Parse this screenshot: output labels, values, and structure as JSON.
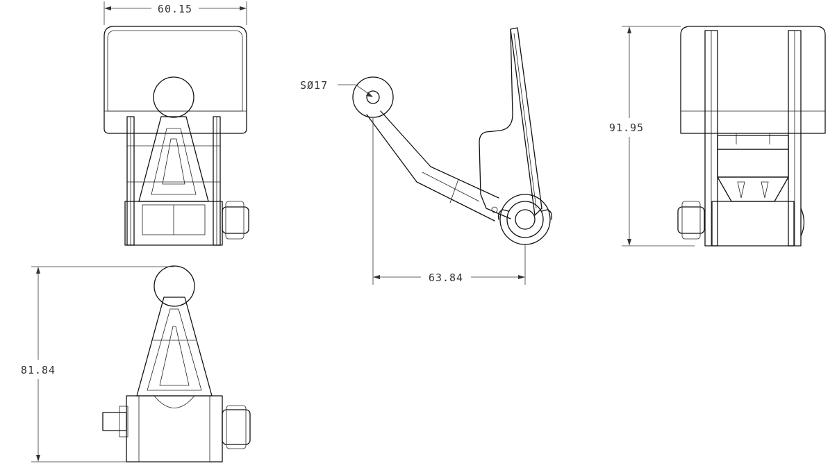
{
  "dimensions": {
    "width_top": "60.15",
    "sphere_callout": "SØ17",
    "horizontal_side": "63.84",
    "height_right": "91.95",
    "height_bottom": "81.84"
  }
}
